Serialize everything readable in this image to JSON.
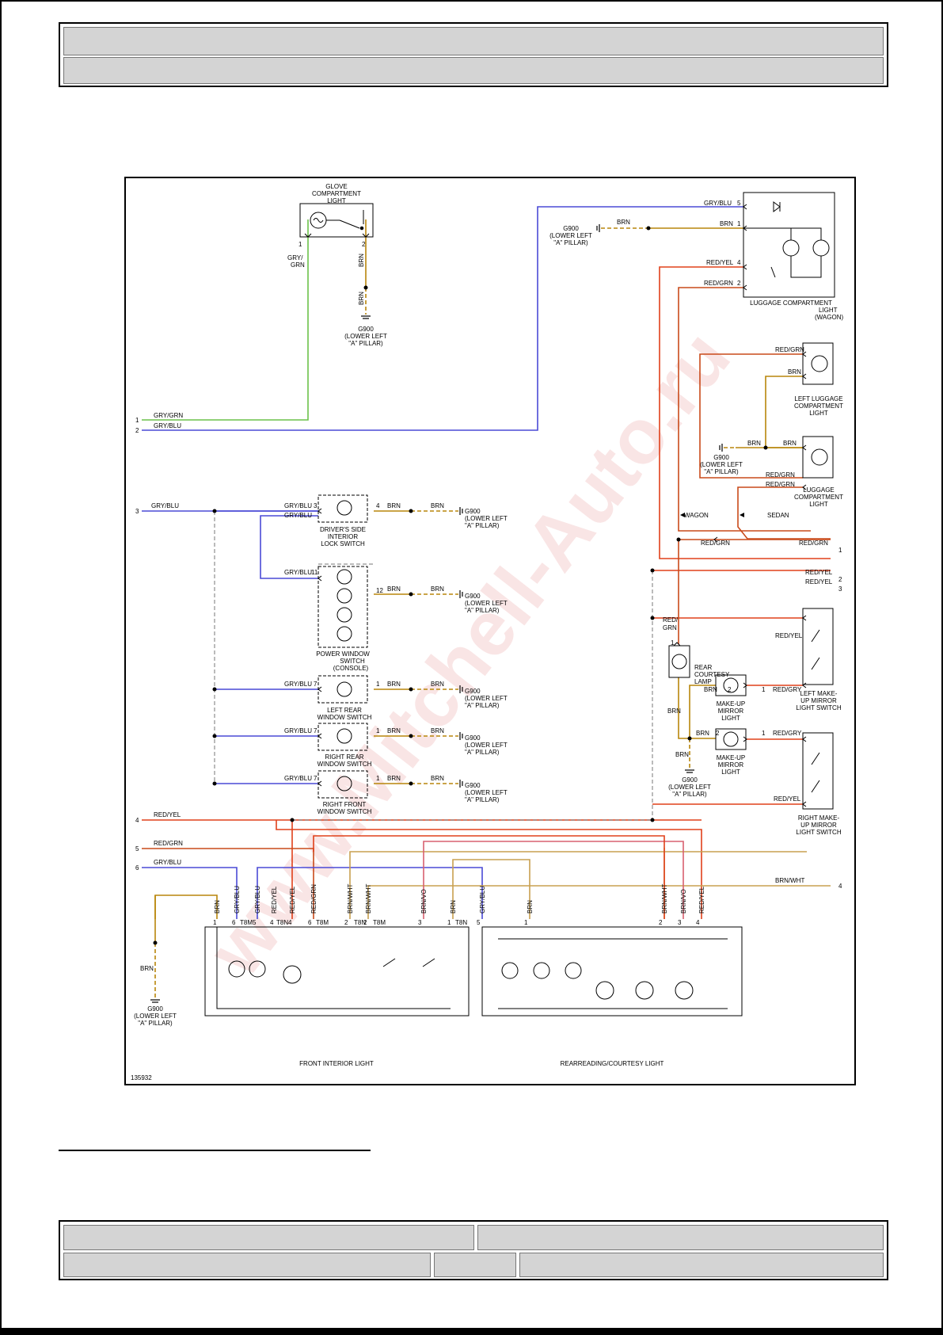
{
  "diagram": {
    "figure_id": "135932",
    "watermark": "www.Mitchell-Auto.ru",
    "colors": {
      "gry_grn": "#6cc24a",
      "gry_blu": "#4a4ad6",
      "brn": "#b8860b",
      "red_yel": "#e0401a",
      "red_grn": "#c94a1a",
      "brn_wht": "#c8a050",
      "brn_vo": "#d86070",
      "ground_stroke": "#777777"
    },
    "components": {
      "glove_light": [
        "GLOVE",
        "COMPARTMENT",
        "LIGHT"
      ],
      "ground_lower_left_a": [
        "G900",
        "(LOWER LEFT",
        "\"A\" PILLAR)"
      ],
      "g900_right_short": [
        "G900",
        "(LOWER LEFT",
        "\"A\" PILLAR)"
      ],
      "luggage_wagon": [
        "LUGGAGE COMPARTMENT",
        "LIGHT",
        "(WAGON)"
      ],
      "left_luggage": [
        "LEFT LUGGAGE",
        "COMPARTMENT",
        "LIGHT"
      ],
      "luggage_sedan": [
        "LUGGAGE",
        "COMPARTMENT",
        "LIGHT"
      ],
      "drivers_lock": [
        "DRIVER'S SIDE",
        "INTERIOR",
        "LOCK SWITCH"
      ],
      "power_window": [
        "POWER WINDOW",
        "SWITCH",
        "(CONSOLE)"
      ],
      "left_rear": [
        "LEFT REAR",
        "WINDOW SWITCH"
      ],
      "right_rear": [
        "RIGHT REAR",
        "WINDOW SWITCH"
      ],
      "right_front": [
        "RIGHT FRONT",
        "WINDOW SWITCH"
      ],
      "rear_courtesy": [
        "REAR",
        "COURTESY",
        "LAMP"
      ],
      "makeup_mirror": [
        "MAKE-UP",
        "MIRROR",
        "LIGHT"
      ],
      "left_makeup_switch": [
        "LEFT MAKE-",
        "UP MIRROR",
        "LIGHT SWITCH"
      ],
      "right_makeup_switch": [
        "RIGHT MAKE-",
        "UP MIRROR",
        "LIGHT SWITCH"
      ],
      "front_interior": "FRONT INTERIOR LIGHT",
      "rear_reading": "REARREADING/COURTESY LIGHT"
    },
    "wire_labels": {
      "gry_grn": "GRY/GRN",
      "gry_grn_split": [
        "GRY/",
        "GRN"
      ],
      "gry_blu": "GRY/BLU",
      "brn": "BRN",
      "red_yel": "RED/YEL",
      "red_grn": "RED/GRN",
      "red_split": [
        "RED/",
        "GRN"
      ],
      "red_gry": "RED/GRY",
      "brn_wht": "BRN/WHT",
      "brn_vo": "BRN/VO",
      "wagon": "WAGON",
      "sedan": "SEDAN"
    },
    "connector_codes": {
      "t8m": "T8M",
      "t8n": "T8N"
    }
  }
}
